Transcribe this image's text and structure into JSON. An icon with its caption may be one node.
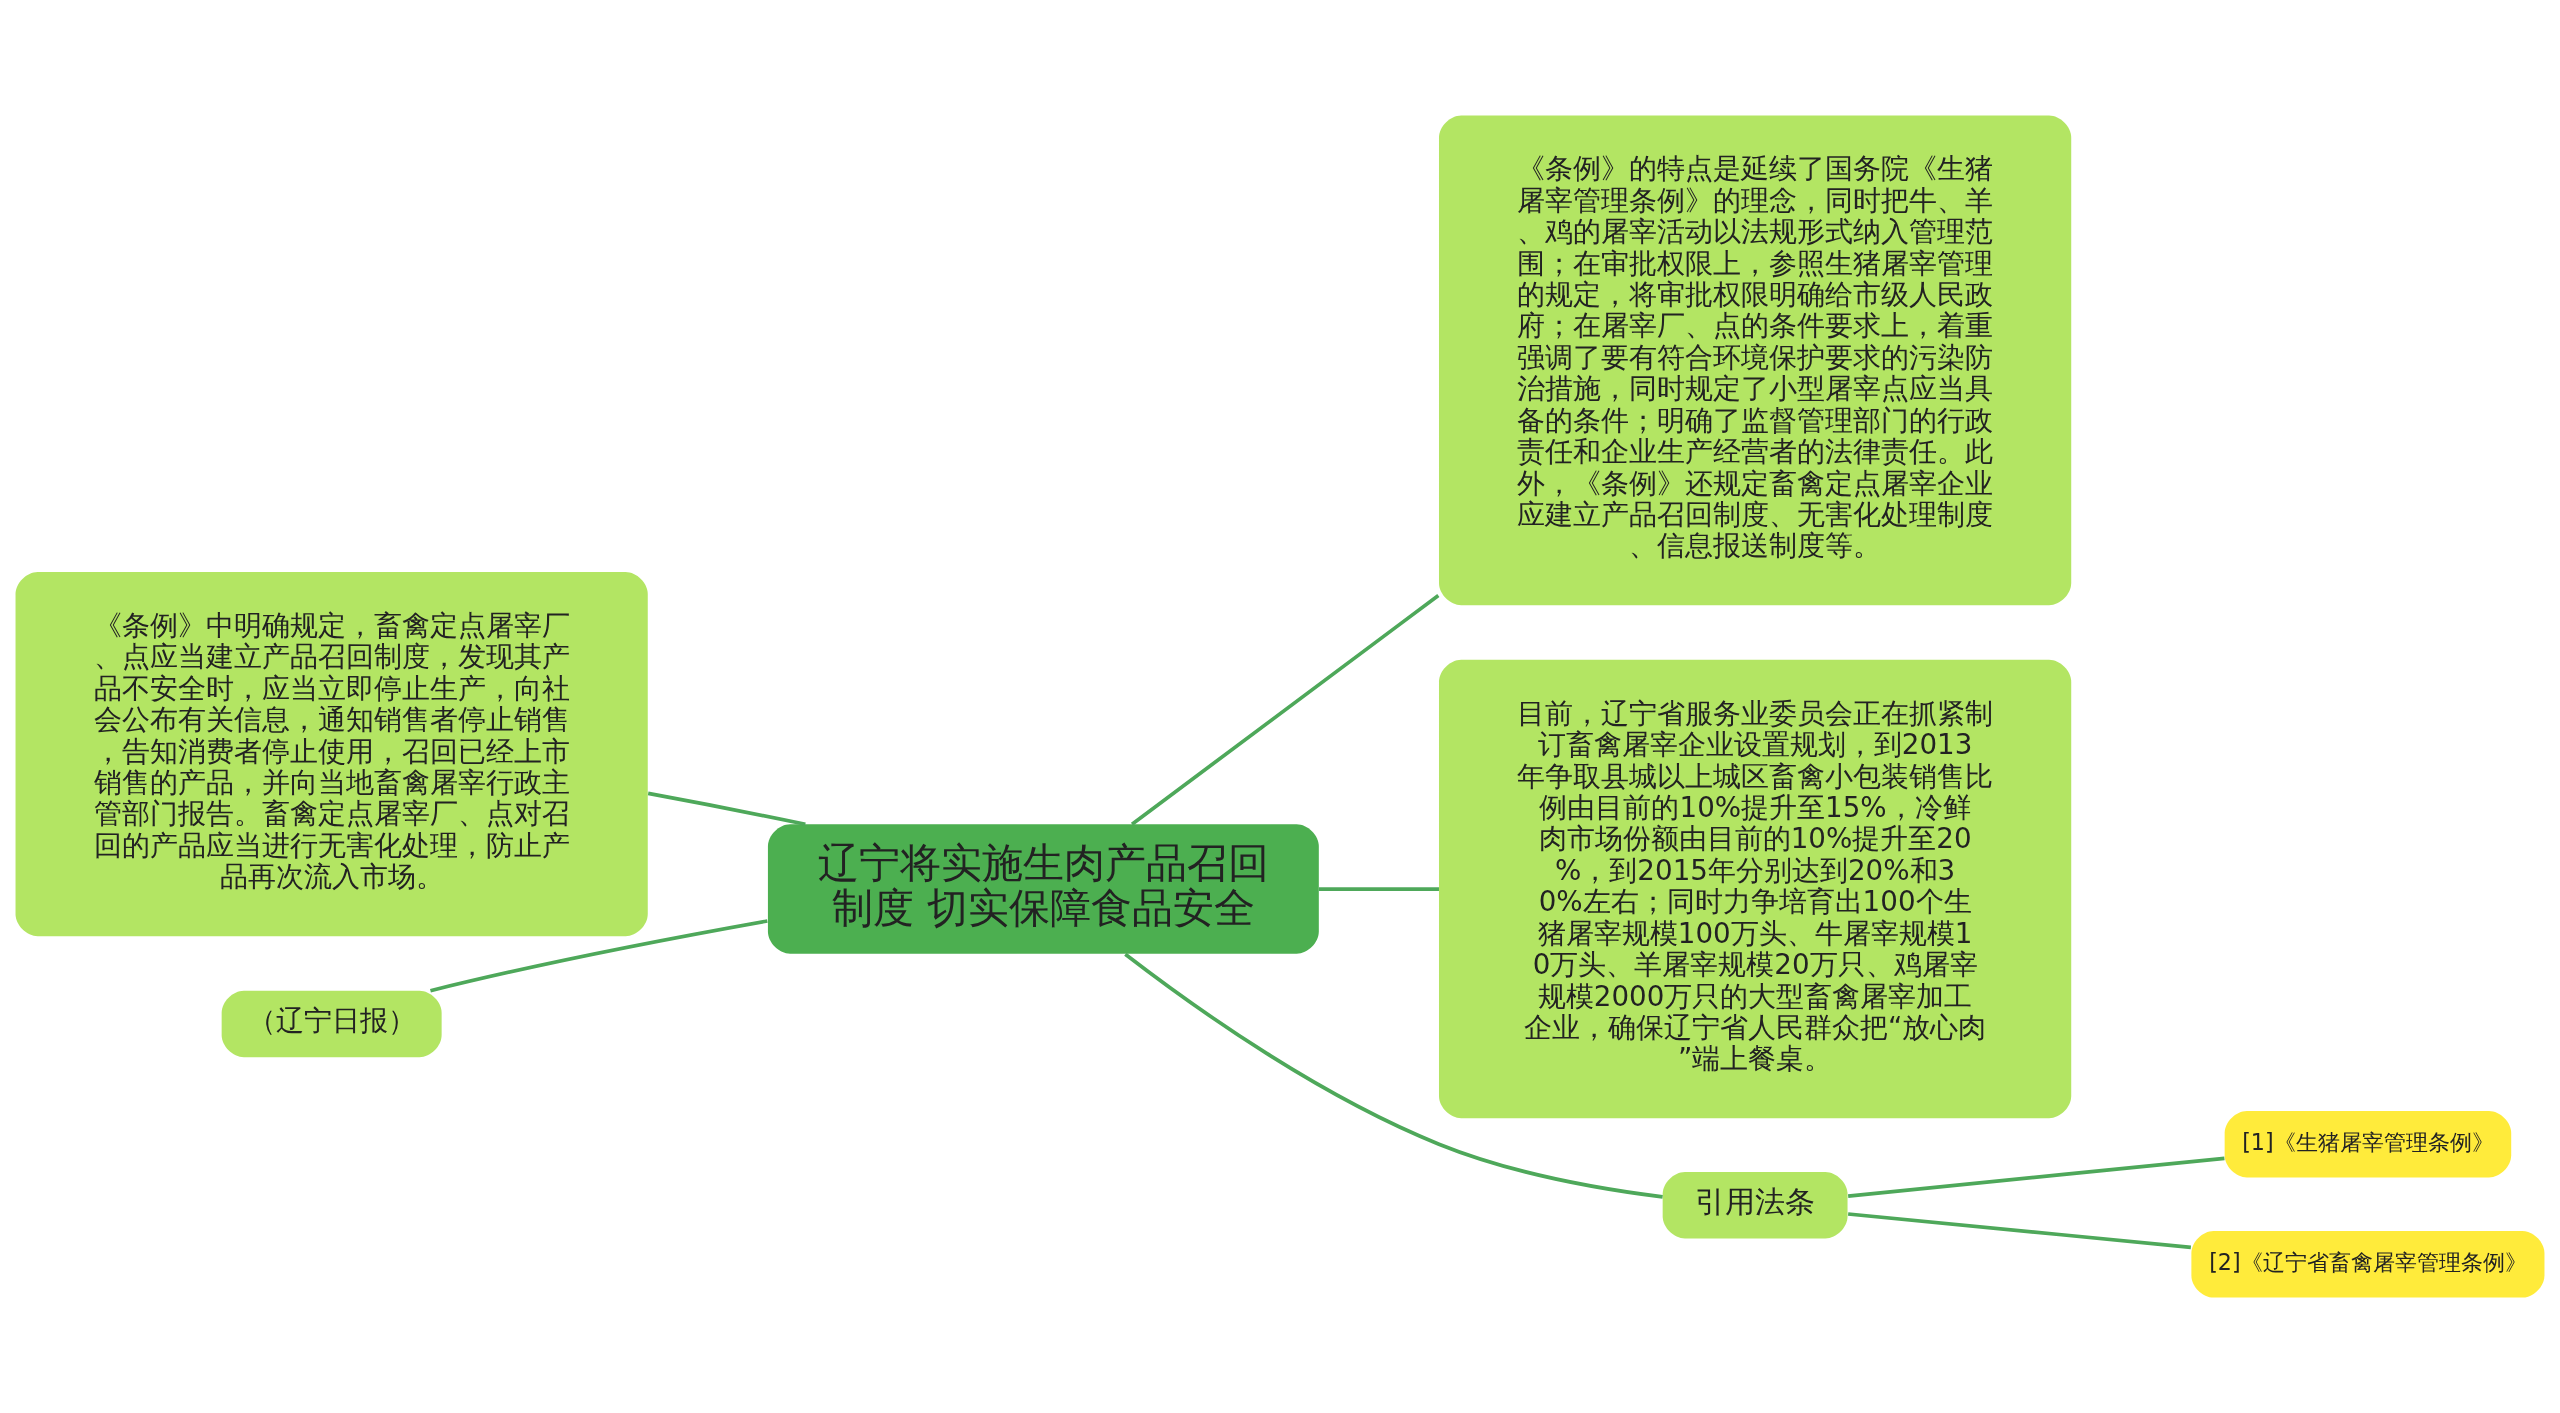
{
  "diagram": {
    "nodes": [
      {
        "text": [
          "辽宁将实施生肉产品召回制度 切实保障食品安全"
        ]
      },
      {
        "text": [
          "《条例》中明确规定，畜禽定点屠宰厂、点应当建立产品召回制度，发现其产品不安全时，应当立即停止生产，向社会公布有关信息，通知销售者停止销售，告知消费者停止使用，召回已经上市销售的产品，并向当地畜禽屠宰行政主管部门报告。畜禽定点屠宰厂、点对召回的产品应当进行无害化处理，防止产品再次流入市场。"
        ]
      },
      {
        "text": [
          "（辽宁日报）"
        ]
      },
      {
        "text": [
          "《条例》的特点是延续了国务院《生猪屠宰管理条例》的理念，同时把牛、羊、鸡的屠宰活动以法规形式纳入管理范围；在审批权限上，参照生猪屠宰管理的规定，将审批权限明确给市级人民政府；在屠宰厂、点的条件要求上，着重强调了要有符合环境保护要求的污染防治措施，同时规定了小型屠宰点应当具备的条件；明确了监督管理部门的行政责任和企业生产经营者的法律责任。此外，《条例》还规定畜禽定点屠宰企业应建立产品召回制度、无害化处理制度、信息报送制度等。"
        ]
      },
      {
        "text": [
          "目前，辽宁省服务业委员会正在抓紧制订畜禽屠宰企业设置规划，到2013年争取县城以上城区畜禽小包装销售比例由目前的10%提升至15%，冷鲜肉市场份额由目前的10%提升至20%，到2015年分别达到20%和30%左右；同时力争培育出100个生猪屠宰规模100万头、牛屠宰规模10万头、羊屠宰规模20万只、鸡屠宰规模2000万只的大型畜禽屠宰加工企业，确保辽宁省人民群众把“放心肉”端上餐桌。"
        ]
      },
      {
        "text": [
          "引用法条"
        ]
      },
      {
        "text": [
          "[1]《生猪屠宰管理条例》"
        ]
      },
      {
        "text": [
          "[2]《辽宁省畜禽屠宰管理条例》"
        ]
      }
    ],
    "edges": [
      {
        "from": 0,
        "to": 1,
        "arrow": "none"
      },
      {
        "from": 0,
        "to": 2,
        "arrow": "none"
      },
      {
        "from": 0,
        "to": 3,
        "arrow": "none"
      },
      {
        "from": 0,
        "to": 4,
        "arrow": "none"
      },
      {
        "from": 0,
        "to": 5,
        "arrow": "none"
      },
      {
        "from": 5,
        "to": 6,
        "arrow": "none"
      },
      {
        "from": 5,
        "to": 7,
        "arrow": "none"
      }
    ]
  }
}
